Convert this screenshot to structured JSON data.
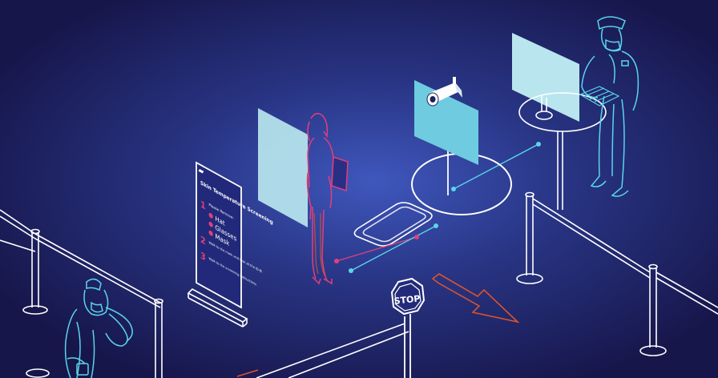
{
  "sign": {
    "header": "Skin Temperature Screening",
    "step1_num": "1",
    "step1_text": "Please Remove:",
    "item_hat": "Hat",
    "item_glasses": "Glasses",
    "item_mask": "Mask",
    "step2_num": "2",
    "step2_text": "Walk to the mark and look at the ID-Bi",
    "step3_num": "3",
    "step3_text": "Walk to the screening instructions"
  },
  "stop_sign": {
    "label": "STOP"
  },
  "colors": {
    "background": "#1a1a55",
    "glow": "#3a52b5",
    "line_white": "#ffffff",
    "line_cyan": "#59d6ea",
    "accent_pink": "#e0407a",
    "accent_orange": "#d9532e",
    "screen_light": "#b9e6ee",
    "screen_cyan": "#6fcbe0"
  },
  "icons": [
    "security-camera-icon",
    "stop-sign-icon",
    "direction-arrow-icon"
  ]
}
